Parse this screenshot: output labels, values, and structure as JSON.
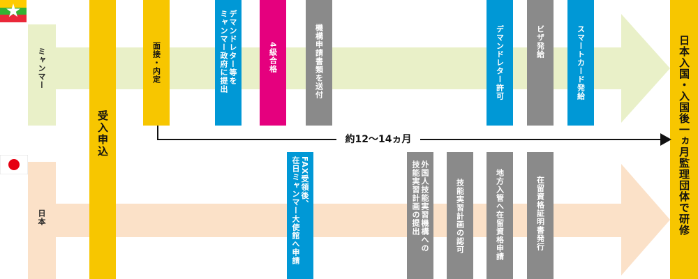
{
  "colors": {
    "myanmar_arrow": "#e9f0c8",
    "japan_arrow": "#fbe1c8",
    "yellow": "#f7c600",
    "blue": "#0098d6",
    "magenta": "#e5007e",
    "gray": "#8a8a8a"
  },
  "lanes": {
    "myanmar": {
      "label": "ミャンマー",
      "flag_icon": "myanmar-flag-icon"
    },
    "japan": {
      "label": "日本",
      "flag_icon": "japan-flag-icon"
    }
  },
  "application": {
    "label": "受入申込"
  },
  "final": {
    "label": "日本入国・入国後一ヵ月監理団体で研修"
  },
  "timeline": {
    "label": "約12～14ヵ月"
  },
  "myanmar_steps": [
    {
      "label": "面接・内定",
      "color": "yellow"
    },
    {
      "label": "デマンドレター等を\nミャンマー政府に提出",
      "color": "blue"
    },
    {
      "label": "4級合格",
      "color": "magenta"
    },
    {
      "label": "機構申請書類を送付",
      "color": "gray"
    },
    {
      "label": "デマンドレター許可",
      "color": "blue"
    },
    {
      "label": "ビザ発給",
      "color": "gray"
    },
    {
      "label": "スマートカード発給",
      "color": "blue"
    }
  ],
  "japan_steps": [
    {
      "label": "FAX受領後、\n在日ミャンマー大使館へ申請",
      "color": "blue"
    },
    {
      "label": "外国人技能実習機構への\n技能実習計画の提出",
      "color": "gray"
    },
    {
      "label": "技能実習計画の認可",
      "color": "gray"
    },
    {
      "label": "地方入管へ在留資格申請",
      "color": "gray"
    },
    {
      "label": "在留資格証明書発行",
      "color": "gray"
    }
  ]
}
